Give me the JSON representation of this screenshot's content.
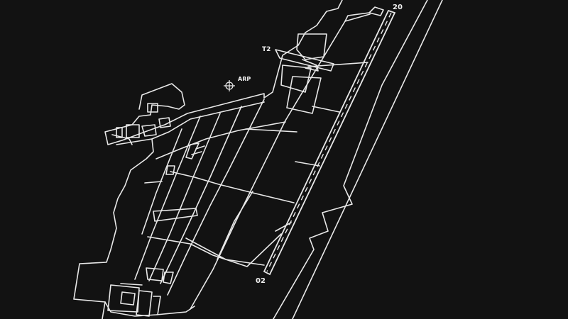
{
  "map": {
    "labels": {
      "runway_north": "20",
      "runway_south": "02",
      "terminal": "T2",
      "arp": "ARP"
    },
    "line_color": "#e8e8e8",
    "background": "#121212",
    "icons": {
      "arp_marker": "crosshair-circle-icon"
    }
  }
}
